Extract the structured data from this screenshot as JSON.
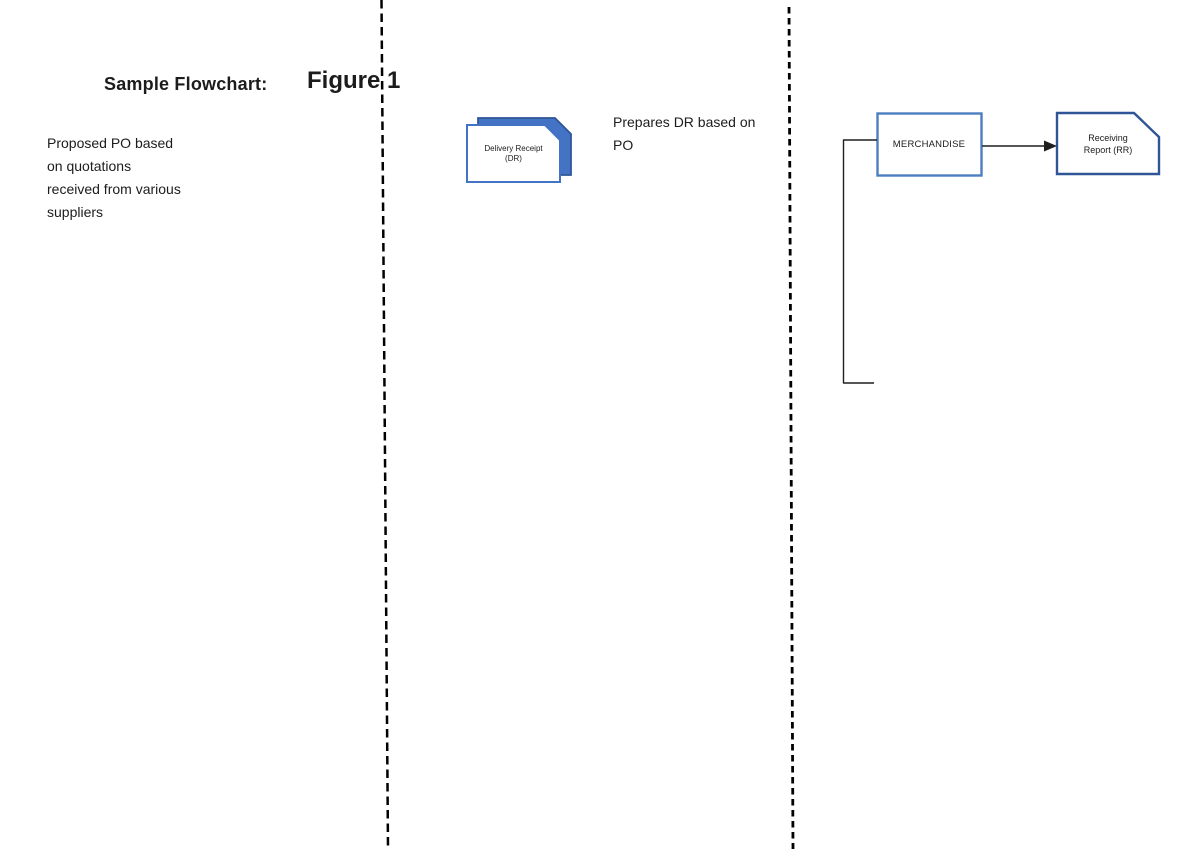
{
  "figure": {
    "title_label": "Sample Flowchart:",
    "title_figure": "Figure 1"
  },
  "annotations": {
    "proposed_po": "Proposed PO based\non quotations\nreceived from various\nsuppliers",
    "prepares_dr": "Prepares DR based on\nPO"
  },
  "shapes": {
    "delivery_receipt_label": "Delivery Receipt\n(DR)",
    "merchandise_label": "MERCHANDISE",
    "receiving_report_label": "Receiving\nReport (RR)"
  },
  "colors": {
    "card_back_fill": "#4472c4",
    "card_back_border": "#2f5597",
    "card_front_border": "#4472c4",
    "merchandise_border": "#4d7ebf",
    "receiving_report_border": "#2f5597",
    "connector_line": "#1f1f1f",
    "lane_divider": "#000000",
    "text": "#1c1c1c"
  }
}
